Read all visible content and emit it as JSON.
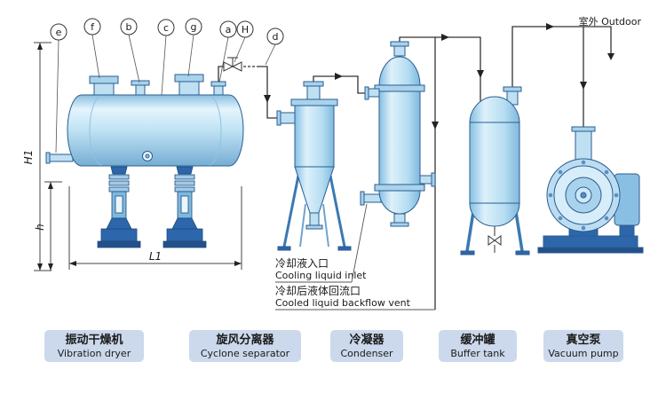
{
  "diagram": {
    "title_hint": "Vacuum drying system flow diagram",
    "callouts": [
      "e",
      "f",
      "b",
      "c",
      "g",
      "a",
      "H",
      "d"
    ],
    "dimensions": {
      "h1": "H1",
      "h": "h",
      "l1": "L1"
    },
    "outdoor_label": "室外 Outdoor",
    "annotations": {
      "cooling_inlet_zh": "冷却液入口",
      "cooling_inlet_en": "Cooling liquid inlet",
      "backflow_zh": "冷却后液体回流口",
      "backflow_en": "Cooled liquid backflow vent"
    },
    "equipment": [
      {
        "zh": "振动干燥机",
        "en": "Vibration dryer"
      },
      {
        "zh": "旋风分离器",
        "en": "Cyclone separator"
      },
      {
        "zh": "冷凝器",
        "en": "Condenser"
      },
      {
        "zh": "缓冲罐",
        "en": "Buffer tank"
      },
      {
        "zh": "真空泵",
        "en": "Vacuum pump"
      }
    ],
    "colors": {
      "outline": "#2a5d8f",
      "pipe": "#333333",
      "fill_light": "#dff2fc",
      "fill_mid": "#a9d2ec",
      "navy": "#2d66ab",
      "strip_bg": "#ccd9ec"
    }
  }
}
